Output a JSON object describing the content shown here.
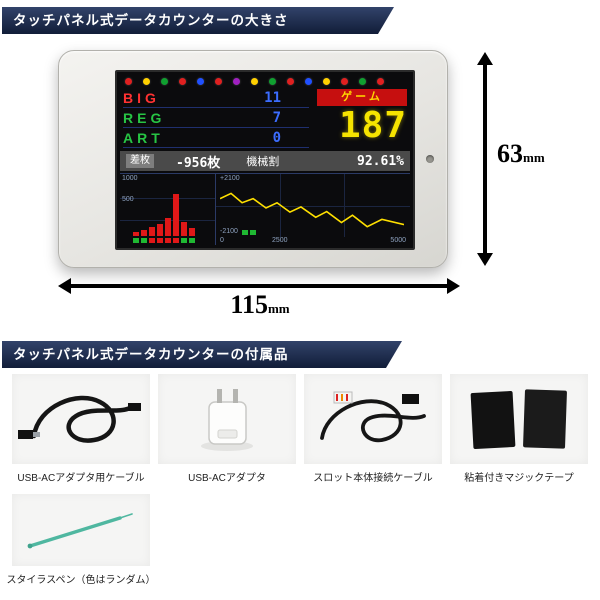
{
  "banners": {
    "size": "タッチパネル式データカウンターの大きさ",
    "accessories": "タッチパネル式データカウンターの付属品"
  },
  "dimensions": {
    "height": {
      "value": "63",
      "unit": "mm"
    },
    "width": {
      "value": "115",
      "unit": "mm"
    }
  },
  "device": {
    "screen": {
      "symbols": [
        "#e02020",
        "#ffd000",
        "#10a030",
        "#e02020",
        "#2050ff",
        "#e02020",
        "#a020c0",
        "#ffd000",
        "#10a030",
        "#e02020",
        "#2050ff",
        "#ffd000",
        "#e02020",
        "#10a030",
        "#e02020"
      ],
      "counters": [
        {
          "label": "BIG",
          "value": "11"
        },
        {
          "label": "REG",
          "value": "7"
        },
        {
          "label": "ART",
          "value": "0"
        }
      ],
      "game": {
        "label": "ゲーム",
        "count": "187"
      },
      "stats": {
        "diff_label": "差枚",
        "diff_value": "-956枚",
        "rate_label": "機械割",
        "rate_value": "92.61%"
      },
      "graph": {
        "left_axis_labels": [
          "1000",
          "500"
        ],
        "right_axis_top": "+2100",
        "right_axis_bottom": "-2100",
        "x_labels": [
          "0",
          "2500",
          "5000"
        ],
        "bars": [
          0.08,
          0.12,
          0.18,
          0.26,
          0.38,
          0.88,
          0.3,
          0.16
        ],
        "cells": [
          "#1fb832",
          "#1fb832",
          "#e01818",
          "#e01818",
          "#e01818",
          "#e01818",
          "#1fb832",
          "#1fb832"
        ],
        "right_cells": [
          "#1fb832",
          "#1fb832"
        ],
        "line": [
          [
            0,
            0.3
          ],
          [
            0.06,
            0.2
          ],
          [
            0.12,
            0.38
          ],
          [
            0.18,
            0.3
          ],
          [
            0.25,
            0.48
          ],
          [
            0.31,
            0.38
          ],
          [
            0.38,
            0.56
          ],
          [
            0.44,
            0.46
          ],
          [
            0.52,
            0.66
          ],
          [
            0.58,
            0.55
          ],
          [
            0.66,
            0.76
          ],
          [
            0.72,
            0.62
          ],
          [
            0.8,
            0.84
          ],
          [
            0.88,
            0.7
          ],
          [
            1,
            0.8
          ]
        ]
      }
    }
  },
  "accessories": [
    {
      "caption": "USB-ACアダプタ用ケーブル"
    },
    {
      "caption": "USB-ACアダプタ"
    },
    {
      "caption": "スロット本体接続ケーブル"
    },
    {
      "caption": "粘着付きマジックテープ"
    },
    {
      "caption": "スタイラスペン（色はランダム）"
    }
  ]
}
